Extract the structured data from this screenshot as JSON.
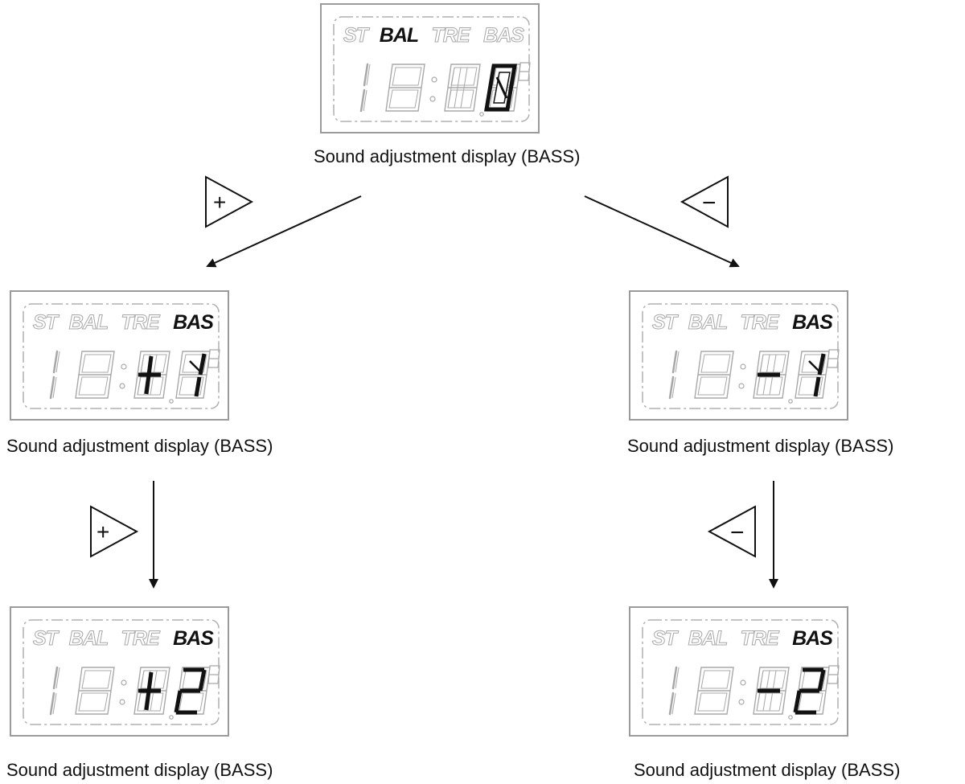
{
  "panels": [
    {
      "caption": "Sound adjustment display (BASS)",
      "labels": [
        "ST",
        "BAL",
        "TRE",
        "BAS"
      ],
      "active_label": 1,
      "state": "center"
    },
    {
      "caption": "Sound adjustment display (BASS)",
      "labels": [
        "ST",
        "BAL",
        "TRE",
        "BAS"
      ],
      "active_label": 3,
      "state": "plus1"
    },
    {
      "caption": "Sound adjustment display (BASS)",
      "labels": [
        "ST",
        "BAL",
        "TRE",
        "BAS"
      ],
      "active_label": 3,
      "state": "minus1"
    },
    {
      "caption": "Sound adjustment display (BASS)",
      "labels": [
        "ST",
        "BAL",
        "TRE",
        "BAS"
      ],
      "active_label": 3,
      "state": "plus2"
    },
    {
      "caption": "Sound adjustment display (BASS)",
      "labels": [
        "ST",
        "BAL",
        "TRE",
        "BAS"
      ],
      "active_label": 3,
      "state": "minus2"
    }
  ],
  "buttons": {
    "plus": "+",
    "minus": "−"
  },
  "colors": {
    "active": "#111111",
    "inactive": "#a8a8a8",
    "frame": "#9a9a9a",
    "arrow": "#111111"
  }
}
